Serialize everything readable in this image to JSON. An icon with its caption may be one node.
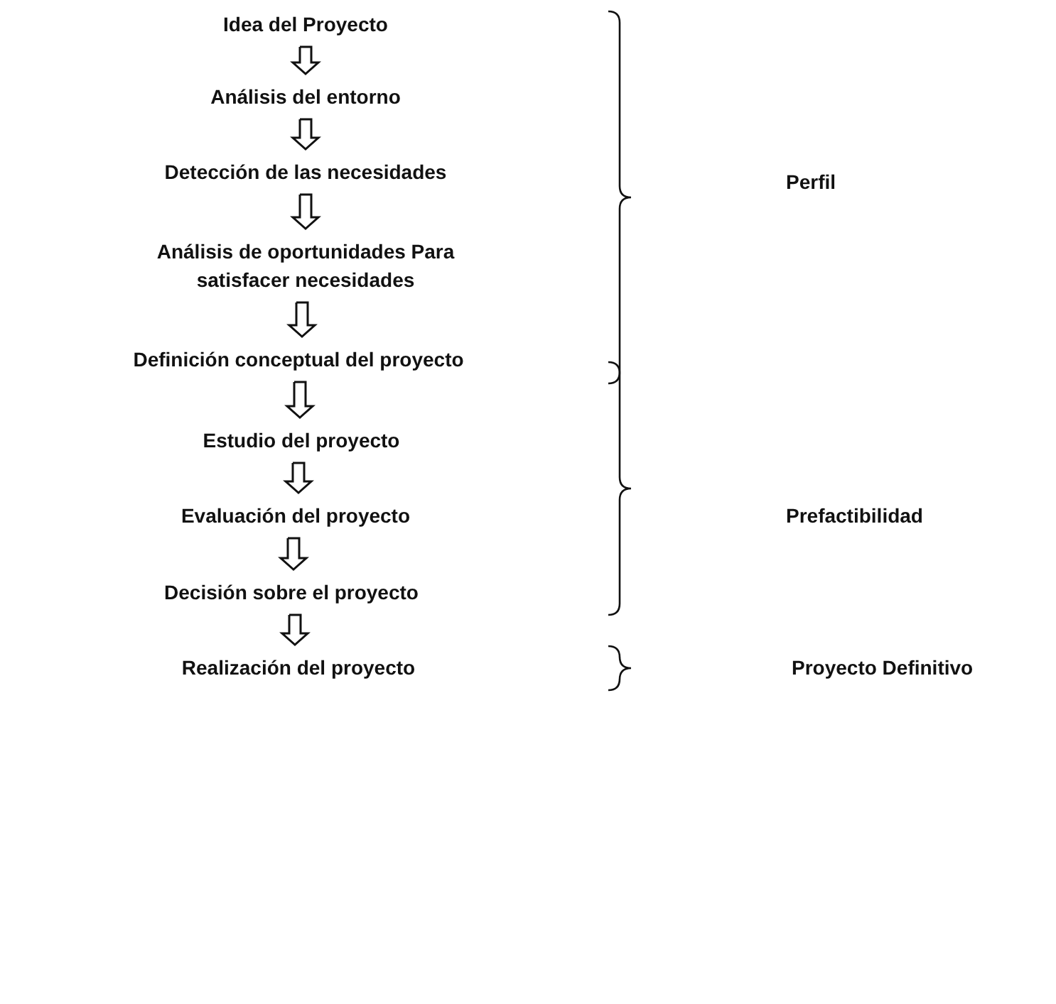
{
  "diagram": {
    "nodes": [
      {
        "text": [
          "Idea del Proyecto"
        ]
      },
      {
        "text": [
          "Análisis del entorno"
        ]
      },
      {
        "text": [
          "Detección de las necesidades"
        ]
      },
      {
        "text": [
          "Análisis de oportunidades Para satisfacer necesidades"
        ]
      },
      {
        "text": [
          "Definición conceptual del proyecto"
        ]
      },
      {
        "text": [
          "Estudio del proyecto"
        ]
      },
      {
        "text": [
          "Evaluación del proyecto"
        ]
      },
      {
        "text": [
          "Decisión sobre el proyecto"
        ]
      },
      {
        "text": [
          "Realización del proyecto"
        ]
      }
    ],
    "edges": [
      {
        "from": 0,
        "to": 1,
        "arrow": "to"
      },
      {
        "from": 1,
        "to": 2,
        "arrow": "to"
      },
      {
        "from": 2,
        "to": 3,
        "arrow": "to"
      },
      {
        "from": 3,
        "to": 4,
        "arrow": "to"
      },
      {
        "from": 4,
        "to": 5,
        "arrow": "to"
      },
      {
        "from": 5,
        "to": 6,
        "arrow": "to"
      },
      {
        "from": 6,
        "to": 7,
        "arrow": "to"
      },
      {
        "from": 7,
        "to": 8,
        "arrow": "to"
      }
    ],
    "labels": [
      "Perfil",
      "Prefactibilidad",
      "Proyecto Definitivo"
    ]
  }
}
